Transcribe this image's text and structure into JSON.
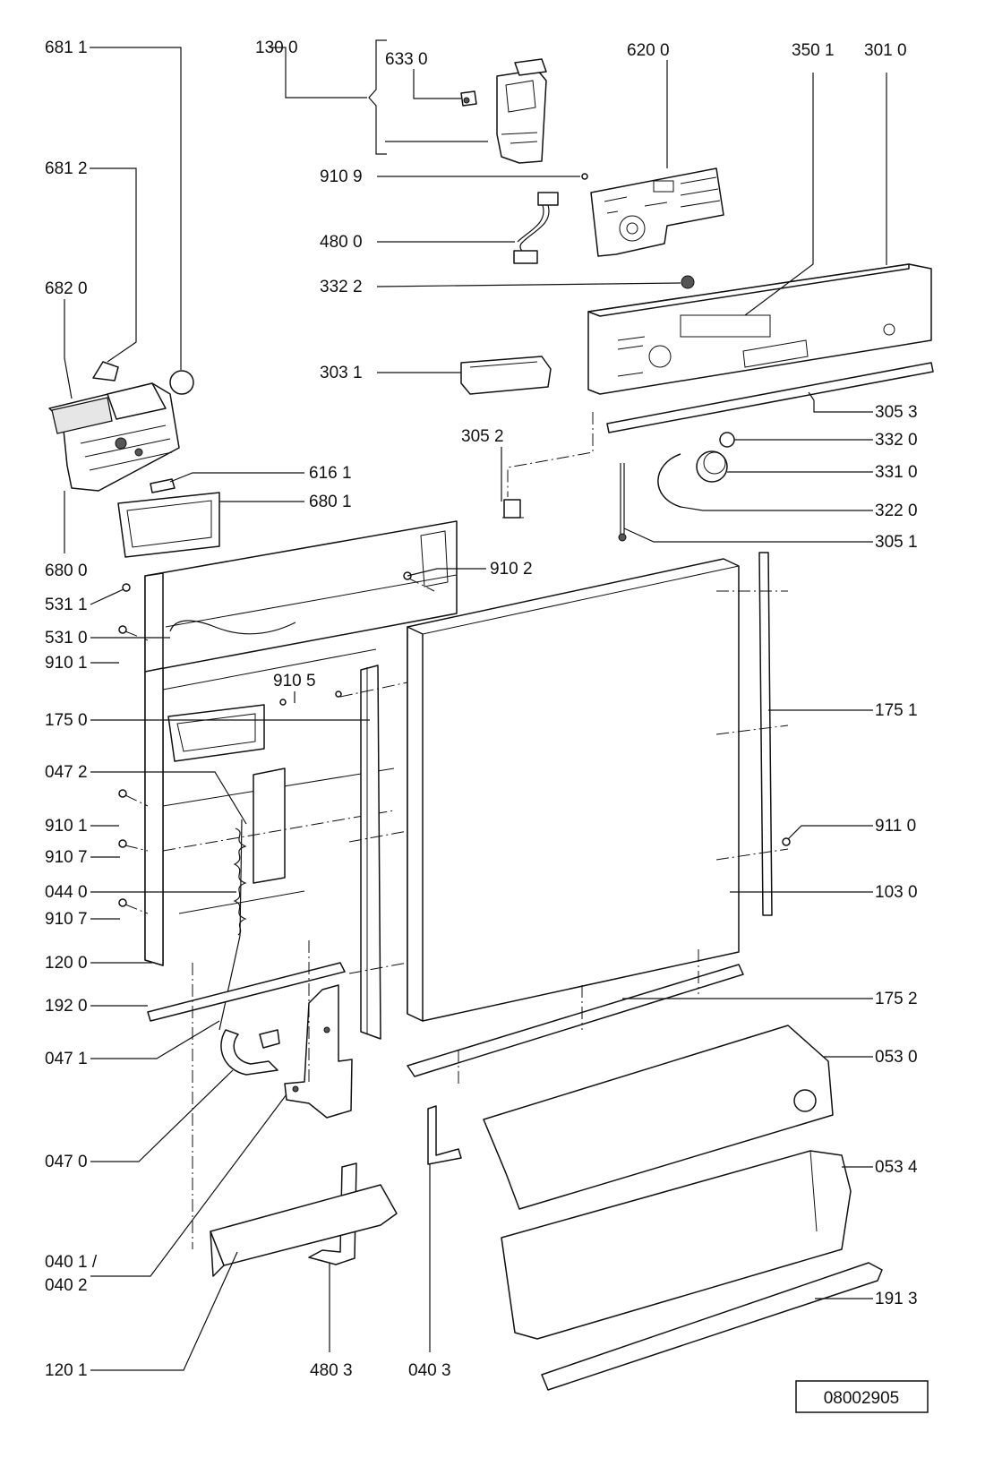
{
  "drawing_number": "08002905",
  "labels": {
    "l6811": "681 1",
    "l1300": "130 0",
    "l6330": "633 0",
    "l6200": "620 0",
    "l3501": "350 1",
    "l3010": "301 0",
    "l6812": "681 2",
    "l9109": "910 9",
    "l4800": "480 0",
    "l6820": "682 0",
    "l3322": "332 2",
    "l3031": "303 1",
    "l3053": "305 3",
    "l3052": "305 2",
    "l3320": "332 0",
    "l3310": "331 0",
    "l6161": "616 1",
    "l3220": "322 0",
    "l6801": "680 1",
    "l3051": "305 1",
    "l6800": "680 0",
    "l9102": "910 2",
    "l5311": "531 1",
    "l5310": "531 0",
    "l9101a": "910 1",
    "l9105": "910 5",
    "l1750": "175 0",
    "l1751": "175 1",
    "l0472": "047 2",
    "l9101b": "910 1",
    "l9110": "911 0",
    "l9107a": "910 7",
    "l0440": "044 0",
    "l1030": "103 0",
    "l9107b": "910 7",
    "l1200": "120 0",
    "l1920": "192 0",
    "l1752": "175 2",
    "l0471": "047 1",
    "l0530": "053 0",
    "l0470": "047 0",
    "l0534": "053 4",
    "l0401a": "040 1 /",
    "l0401b": "040 2",
    "l1913": "191 3",
    "l1201": "120 1",
    "l4803": "480 3",
    "l0403": "040 3"
  }
}
